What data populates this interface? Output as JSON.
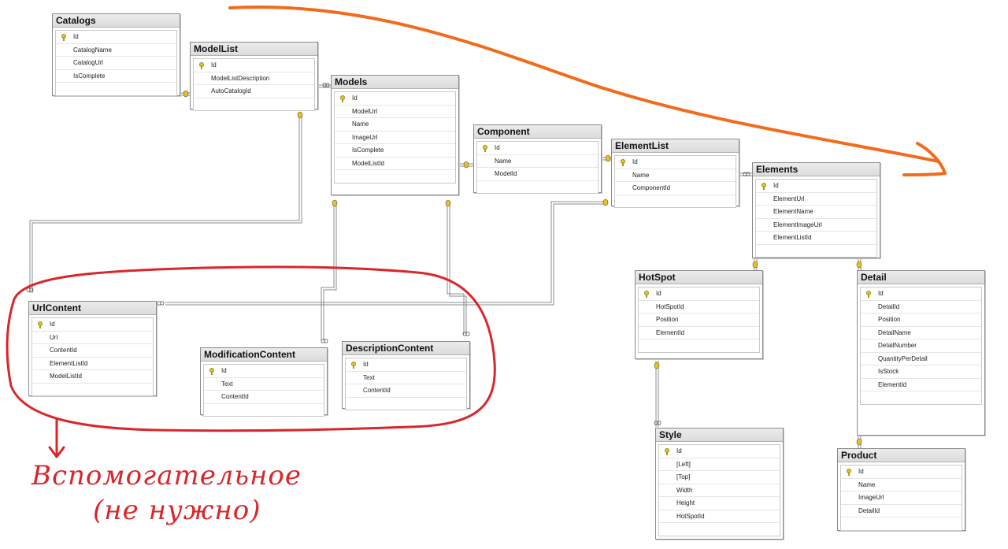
{
  "tables": {
    "catalogs": {
      "title": "Catalogs",
      "columns": [
        "Id",
        "CatalogName",
        "CatalogUrl",
        "IsComplete"
      ]
    },
    "modellist": {
      "title": "ModelList",
      "columns": [
        "Id",
        "ModelListDescription",
        "AutoCatalogId"
      ]
    },
    "models": {
      "title": "Models",
      "columns": [
        "Id",
        "ModelUrl",
        "Name",
        "ImageUrl",
        "IsComplete",
        "ModelListId"
      ]
    },
    "component": {
      "title": "Component",
      "columns": [
        "Id",
        "Name",
        "ModelId"
      ]
    },
    "elementlist": {
      "title": "ElementList",
      "columns": [
        "Id",
        "Name",
        "ComponentId"
      ]
    },
    "elements": {
      "title": "Elements",
      "columns": [
        "Id",
        "ElementUrl",
        "ElementName",
        "ElementImageUrl",
        "ElementListId"
      ]
    },
    "urlcontent": {
      "title": "UrlContent",
      "columns": [
        "Id",
        "Url",
        "ContentId",
        "ElementListId",
        "ModelListId"
      ]
    },
    "modificationcontent": {
      "title": "ModificationContent",
      "columns": [
        "Id",
        "Text",
        "ContentId"
      ]
    },
    "descriptioncontent": {
      "title": "DescriptionContent",
      "columns": [
        "Id",
        "Text",
        "ContentId"
      ]
    },
    "hotspot": {
      "title": "HotSpot",
      "columns": [
        "Id",
        "HotSpotId",
        "Position",
        "ElementId"
      ]
    },
    "detail": {
      "title": "Detail",
      "columns": [
        "Id",
        "DetailId",
        "Position",
        "DetailName",
        "DetailNumber",
        "QuantityPerDetail",
        "IsStock",
        "ElementId"
      ]
    },
    "style": {
      "title": "Style",
      "columns": [
        "Id",
        "[Left]",
        "[Top]",
        "Width",
        "Height",
        "HotSpotId"
      ]
    },
    "product": {
      "title": "Product",
      "columns": [
        "Id",
        "Name",
        "ImageUrl",
        "DetailId"
      ]
    }
  },
  "annotation": {
    "line1": "Вспомогательное",
    "line2": "(не нужно)"
  },
  "colors": {
    "annotation_red": "#d9262a",
    "arrow_orange": "#f26b1d",
    "key_yellow": "#e8c21a",
    "connector": "#8c8c8c"
  },
  "icons": {
    "primary_key": "key-icon",
    "relationship_end": "connector-key-icon",
    "relationship_many": "infinity-icon"
  }
}
